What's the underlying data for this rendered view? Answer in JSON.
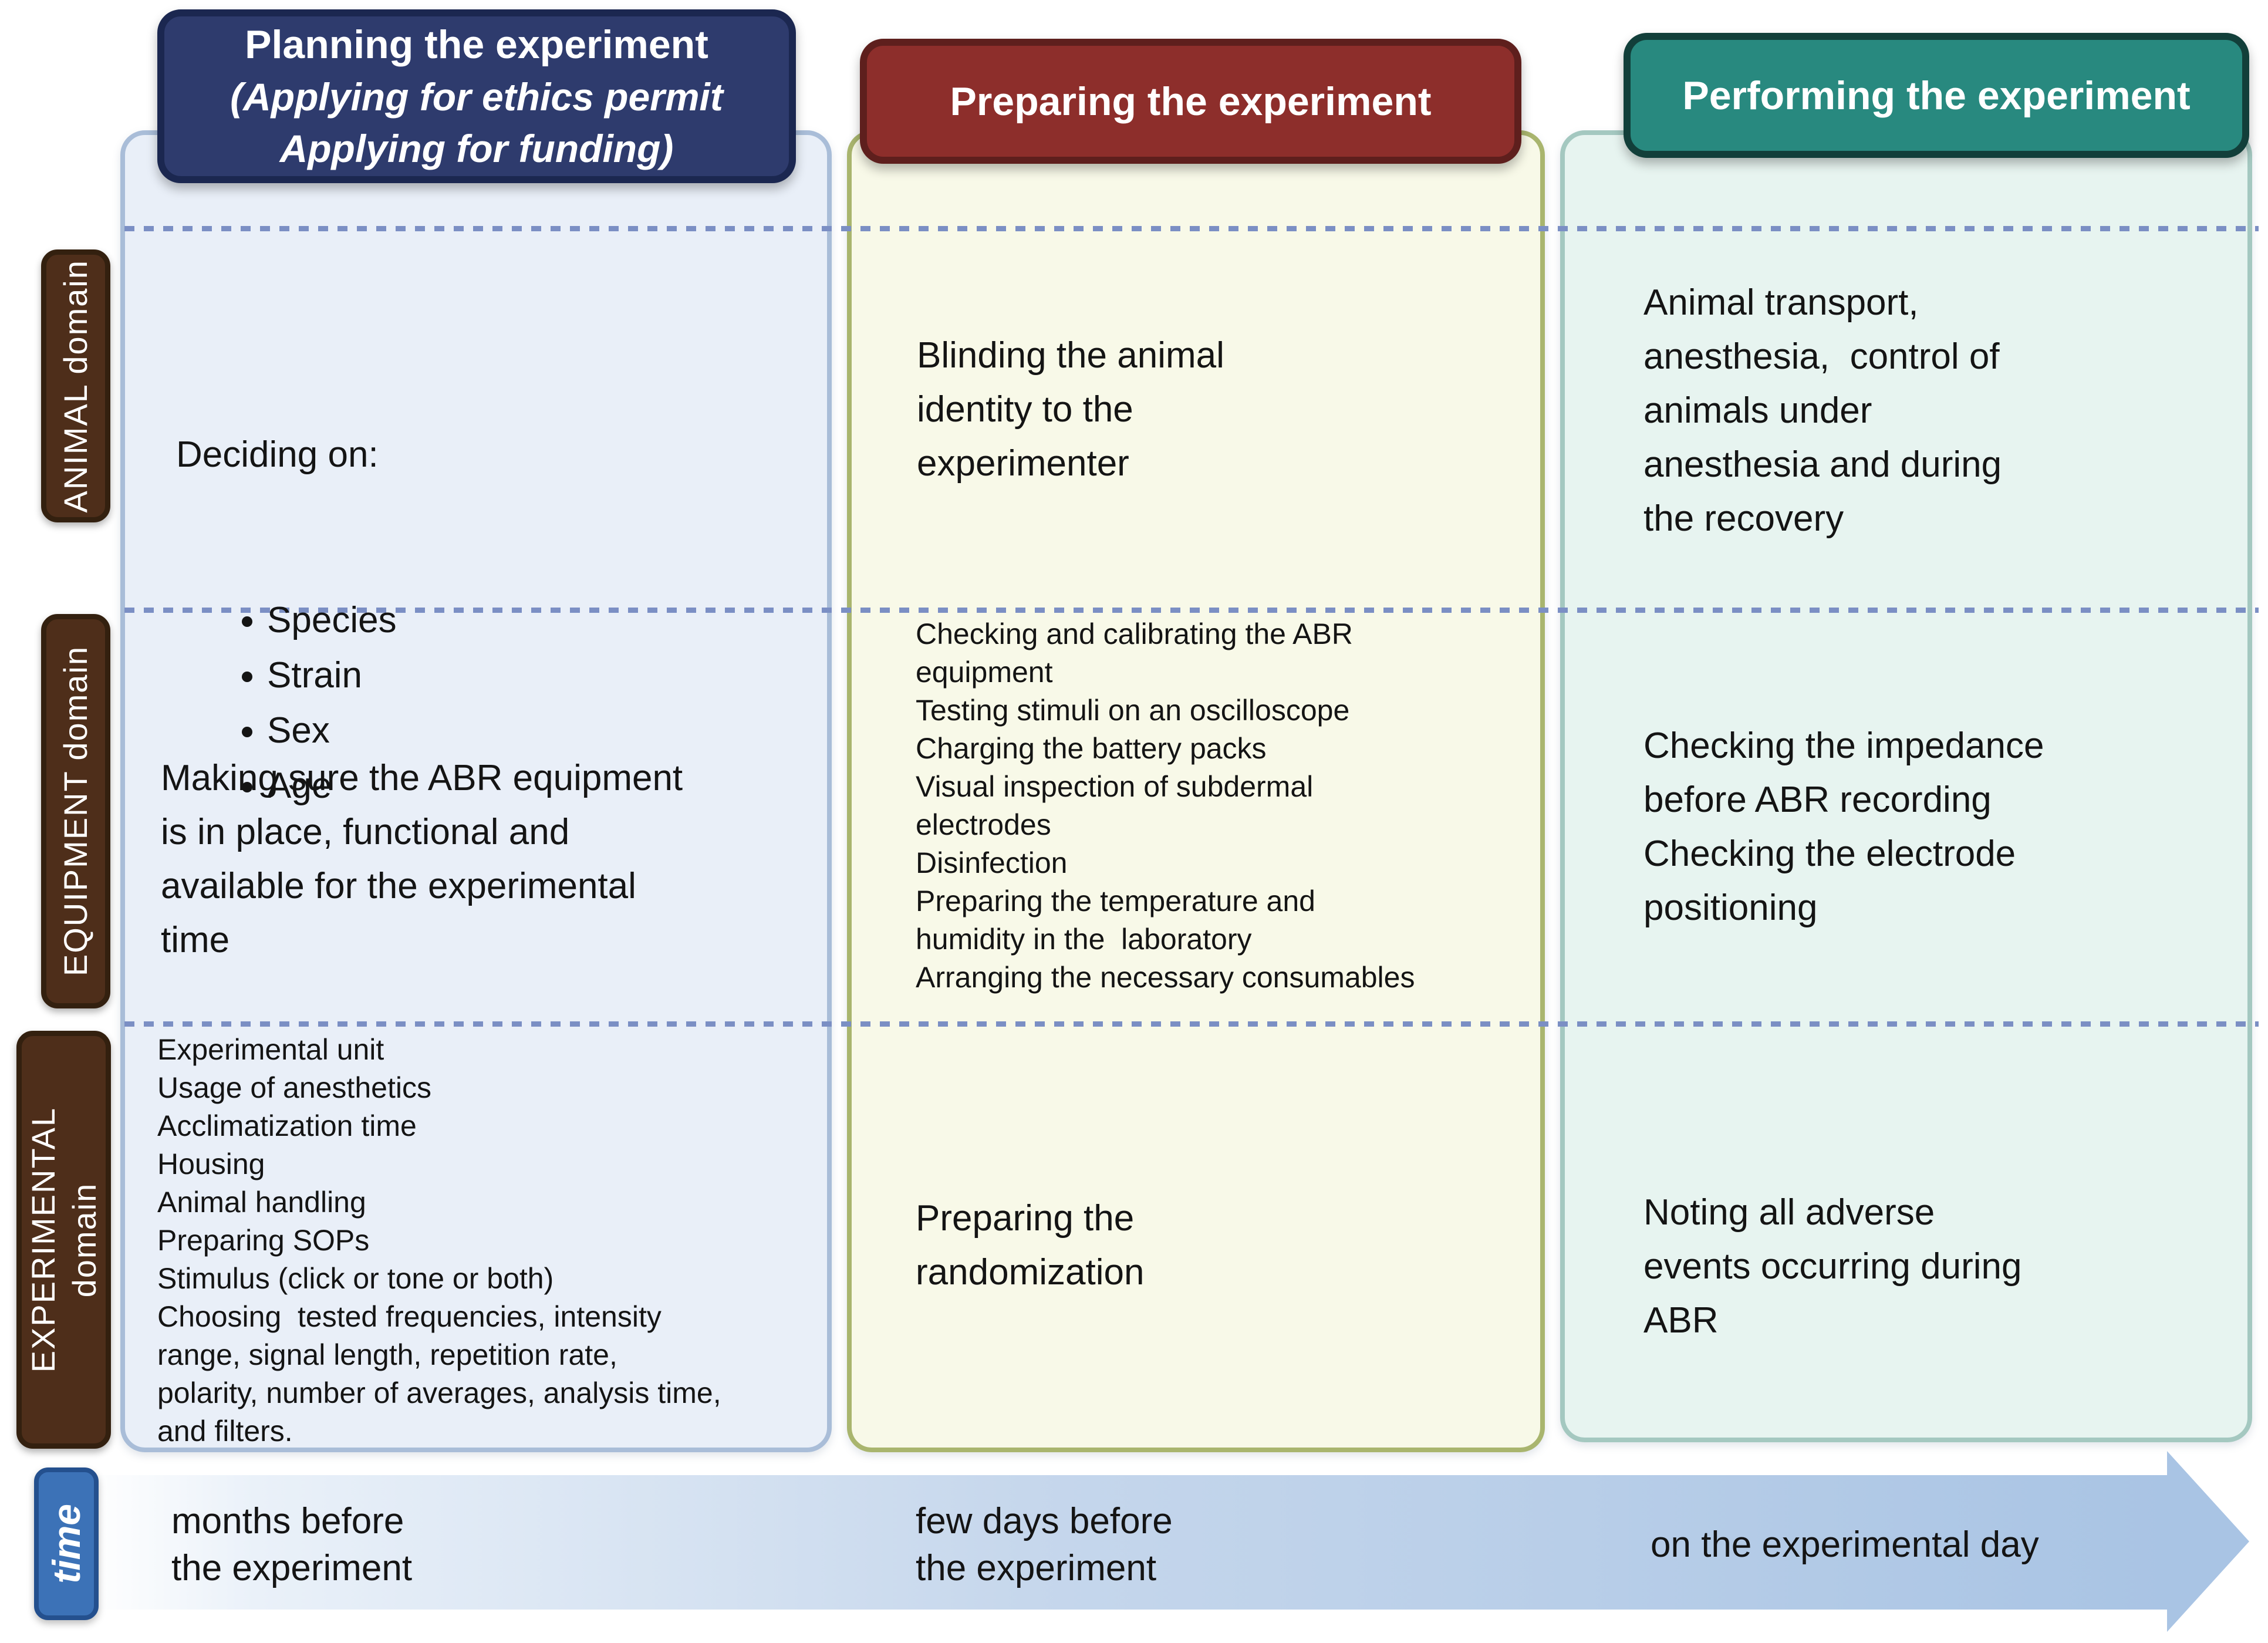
{
  "figure": {
    "columns": [
      {
        "id": "planning",
        "title": "Planning the experiment",
        "subtitle": "(Applying for ethics permit\nApplying for funding)"
      },
      {
        "id": "preparing",
        "title": "Preparing the experiment",
        "subtitle": ""
      },
      {
        "id": "performing",
        "title": "Performing the experiment",
        "subtitle": ""
      }
    ],
    "rows": [
      {
        "id": "animal",
        "label": "ANIMAL domain"
      },
      {
        "id": "equipment",
        "label": "EQUIPMENT domain"
      },
      {
        "id": "experimental",
        "label": "EXPERIMENTAL\ndomain"
      }
    ]
  },
  "cells": {
    "animal_planning_intro": "Deciding on:",
    "animal_planning_bullets": [
      "Species",
      "Strain",
      "Sex",
      "Age"
    ],
    "animal_preparing": "Blinding the animal\nidentity to the\nexperimenter",
    "animal_performing": "Animal transport,\nanesthesia,  control of\nanimals under\nanesthesia and during\nthe recovery",
    "equipment_planning": "Making sure the ABR equipment\nis in place, functional and\navailable for the experimental\ntime",
    "equipment_preparing": [
      "Checking and calibrating the ABR\nequipment",
      "Testing stimuli on an oscilloscope",
      "Charging the battery packs",
      "Visual inspection of subdermal\nelectrodes",
      "Disinfection",
      "Preparing the temperature and\nhumidity in the  laboratory",
      "Arranging the necessary consumables"
    ],
    "equipment_performing": [
      "Checking the impedance\nbefore ABR recording",
      "Checking the electrode\npositioning"
    ],
    "experimental_planning": [
      "Experimental unit",
      "Usage of anesthetics",
      "Acclimatization time",
      "Housing",
      "Animal handling",
      "Preparing SOPs",
      "Stimulus (click or tone or both)",
      "Choosing  tested frequencies, intensity\nrange, signal length, repetition rate,\npolarity, number of averages, analysis time,\nand filters."
    ],
    "experimental_preparing": "Preparing the\nrandomization",
    "experimental_performing": "Noting all adverse\nevents occurring during\nABR"
  },
  "timeline": {
    "axis_label": "time",
    "stage_planning": "months before\nthe experiment",
    "stage_preparing": "few days before\nthe experiment",
    "stage_performing": "on the experimental day"
  },
  "colors": {
    "planning-header": "#2e3b6d",
    "preparing-header": "#8d2e2b",
    "performing-header": "#28897f",
    "planning-panel": "#e9eff8",
    "preparing-panel": "#f8f9e8",
    "performing-panel": "#e7f4f0",
    "planning-border": "#a9bdd8",
    "preparing-border": "#a9b56e",
    "performing-border": "#a4c8c0",
    "domain-label": "#4e2e1a",
    "dash": "#7b8fc4",
    "arrow": "#a9c4e4",
    "time-box": "#3c72b7",
    "text": "#141414"
  }
}
